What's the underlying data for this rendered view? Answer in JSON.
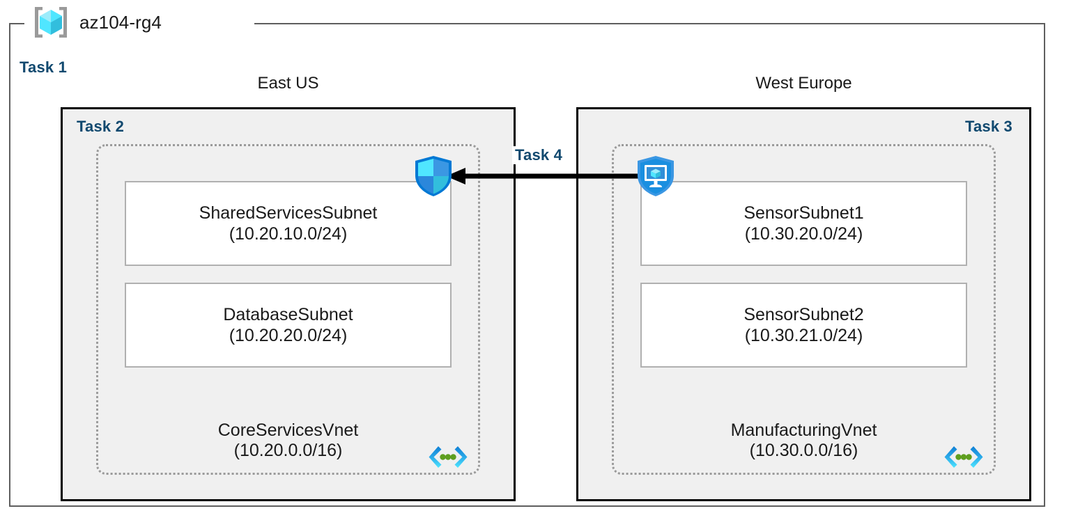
{
  "resource_group": {
    "name": "az104-rg4",
    "icon": "resource-group-cube-icon",
    "task_label": "Task 1"
  },
  "regions": [
    {
      "caption": "East US",
      "task_label": "Task 2",
      "task_align": "left",
      "vnet": {
        "name": "CoreServicesVnet",
        "cidr": "(10.20.0.0/16)",
        "icon": "virtual-network-icon",
        "subnets": [
          {
            "name": "SharedServicesSubnet",
            "cidr": "(10.20.10.0/24)"
          },
          {
            "name": "DatabaseSubnet",
            "cidr": "(10.20.20.0/24)"
          }
        ]
      }
    },
    {
      "caption": "West Europe",
      "task_label": "Task 3",
      "task_align": "right",
      "vnet": {
        "name": "ManufacturingVnet",
        "cidr": "(10.30.0.0/16)",
        "icon": "virtual-network-icon",
        "subnets": [
          {
            "name": "SensorSubnet1",
            "cidr": "(10.30.20.0/24)"
          },
          {
            "name": "SensorSubnet2",
            "cidr": "(10.30.21.0/24)"
          }
        ]
      }
    }
  ],
  "services": [
    {
      "icon": "azure-firewall-shield-icon",
      "region": "East US"
    },
    {
      "icon": "network-security-group-shield-icon",
      "region": "West Europe"
    }
  ],
  "peering": {
    "task_label": "Task 4",
    "direction": "right-to-left",
    "arrow_icon": "left-arrow-icon"
  },
  "colors": {
    "task_label": "#11496f",
    "region_fill": "#f0f0f0",
    "region_border": "#000000",
    "vnet_border": "#9a9a9a",
    "subnet_border": "#b0b0b0",
    "rg_border": "#5e5e5e",
    "arrow": "#000000",
    "azure_cyan": "#50e6ff",
    "azure_blue": "#0078d4",
    "vnet_dot_green": "#5e9e1e"
  }
}
